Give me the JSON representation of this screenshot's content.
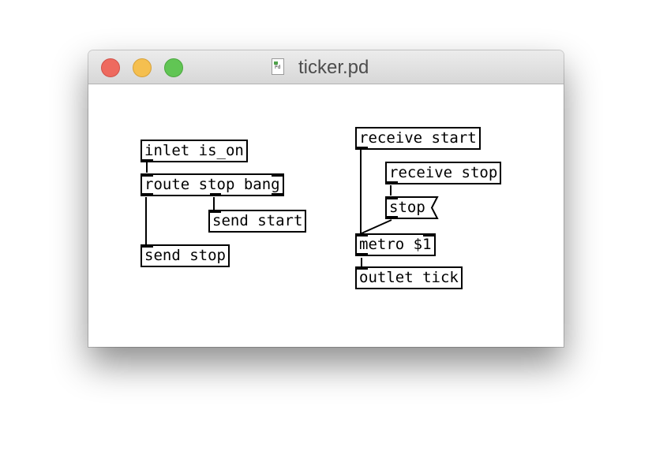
{
  "window": {
    "title": "ticker.pd",
    "icon": "pd-document-icon"
  },
  "objects": {
    "inlet_is_on": "inlet is_on",
    "route_stop_bang": "route stop bang",
    "send_start": "send start",
    "send_stop": "send stop",
    "receive_start": "receive start",
    "receive_stop": "receive stop",
    "stop_msg": "stop",
    "metro": "metro $1",
    "outlet_tick": "outlet tick"
  },
  "colors": {
    "close": "#ee6a5f",
    "minimize": "#f5bf4f",
    "zoom": "#61c554",
    "ink": "#000000"
  }
}
